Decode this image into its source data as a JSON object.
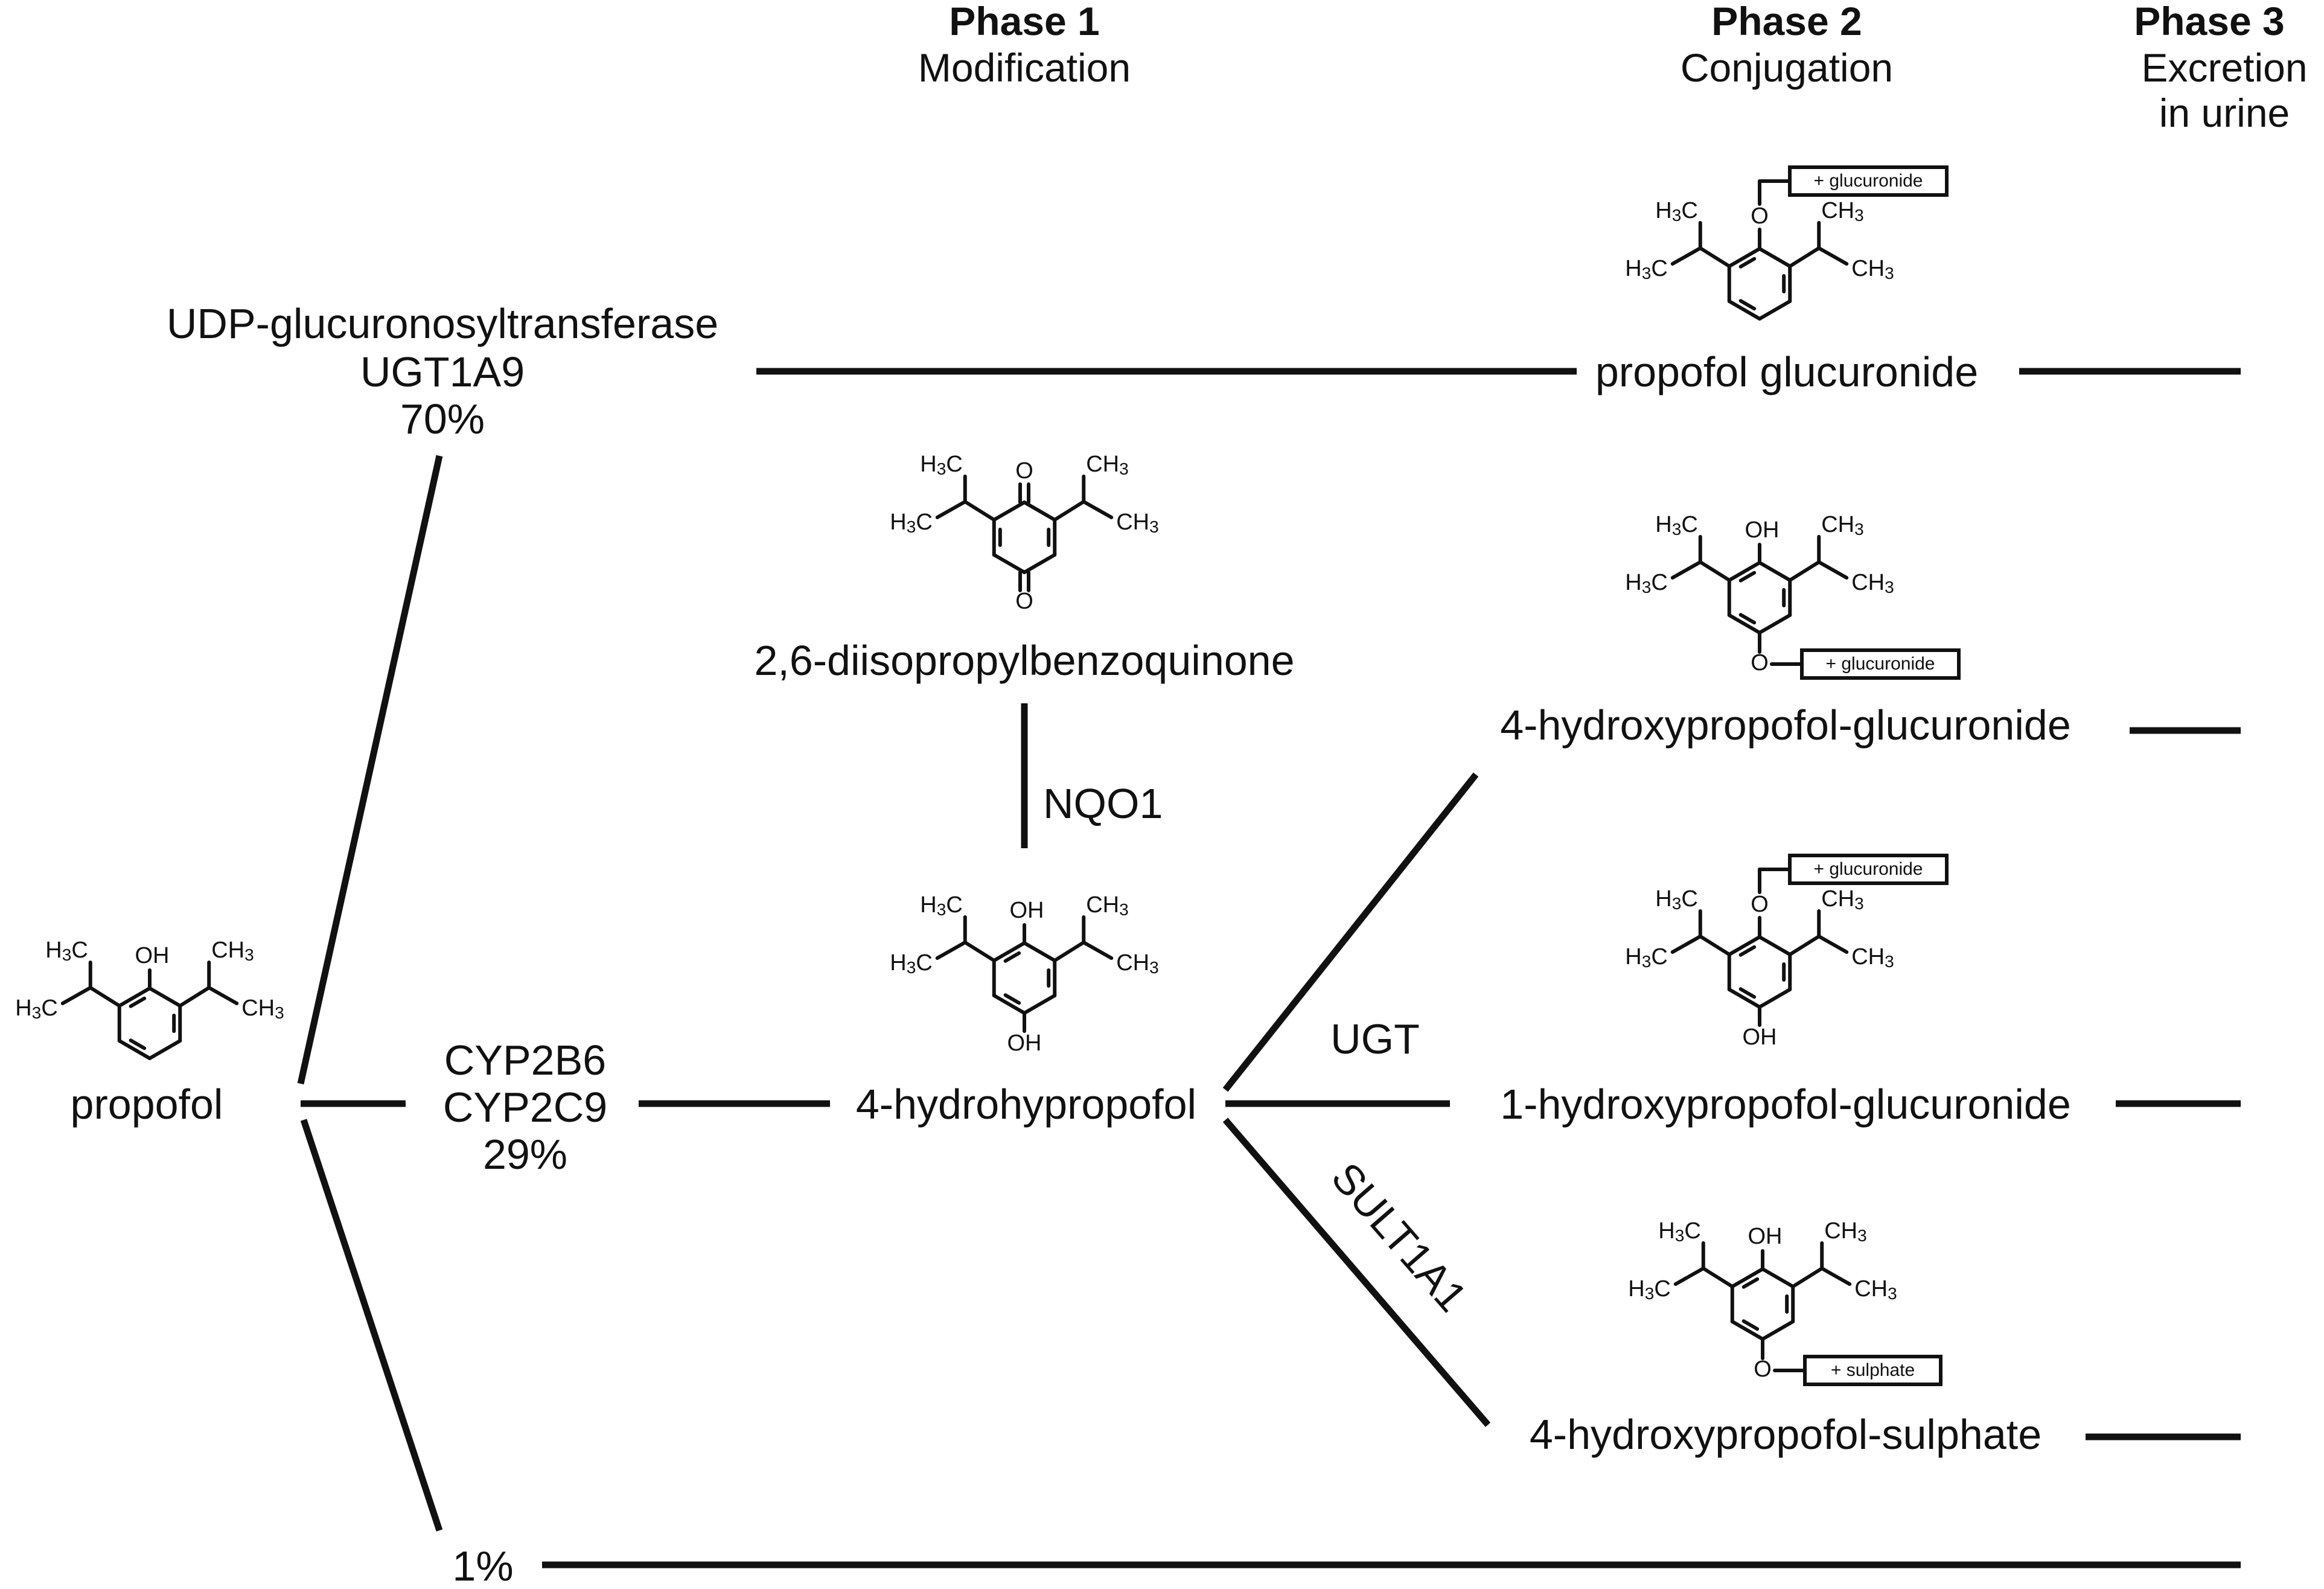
{
  "headers": {
    "phase1": {
      "title": "Phase 1",
      "subtitle": "Modification"
    },
    "phase2": {
      "title": "Phase 2",
      "subtitle": "Conjugation"
    },
    "phase3": {
      "title": "Phase 3",
      "subtitle_line1": "Excretion",
      "subtitle_line2": "in urine"
    }
  },
  "compounds": {
    "propofol": "propofol",
    "propofol_glucuronide": "propofol glucuronide",
    "diisopropylbenzoquinone": "2,6-diisopropylbenzoquinone",
    "hydroxypropofol": "4-hydrohypropofol",
    "hydroxypropofol_4_glucuronide": "4-hydroxypropofol-glucuronide",
    "hydroxypropofol_1_glucuronide": "1-hydroxypropofol-glucuronide",
    "hydroxypropofol_sulphate": "4-hydroxypropofol-sulphate"
  },
  "pathways": {
    "ugt": {
      "line1": "UDP-glucuronosyltransferase",
      "line2": "UGT1A9",
      "share": "70%"
    },
    "cyp": {
      "line1": "CYP2B6",
      "line2": "CYP2C9",
      "share": "29%"
    },
    "other": {
      "share": "1%"
    }
  },
  "enzymes": {
    "nqo1": "NQO1",
    "ugt": "UGT",
    "sult": "SULT1A1"
  },
  "chem_labels": {
    "h3c": "H3C",
    "ch3": "CH3",
    "oh": "OH",
    "o": "O",
    "plus_glucuronide": "+ glucuronide",
    "plus_sulphate": "+ sulphate"
  }
}
